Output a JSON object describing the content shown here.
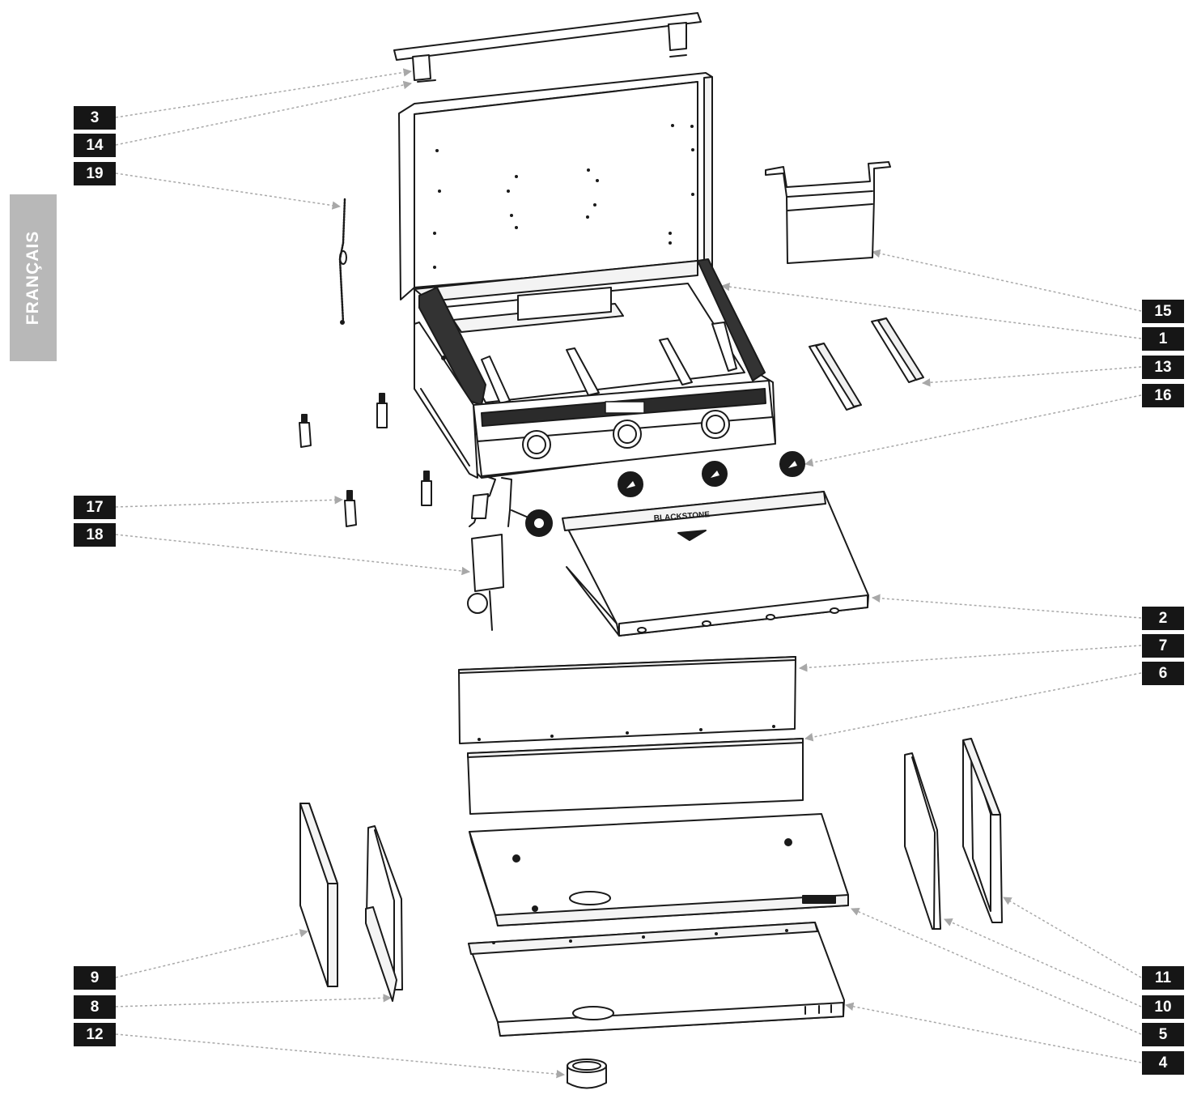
{
  "language_tab": "FRANÇAIS",
  "brand_text": "BLACKSTONE",
  "callouts": {
    "c1": "1",
    "c2": "2",
    "c3": "3",
    "c4": "4",
    "c5": "5",
    "c6": "6",
    "c7": "7",
    "c8": "8",
    "c9": "9",
    "c10": "10",
    "c11": "11",
    "c12": "12",
    "c13": "13",
    "c14": "14",
    "c15": "15",
    "c16": "16",
    "c17": "17",
    "c18": "18",
    "c19": "19"
  },
  "colors": {
    "line": "#1a1a1a",
    "leader": "#a8a8a8",
    "callout_bg": "#161616",
    "tab_bg": "#b8b8b8"
  }
}
